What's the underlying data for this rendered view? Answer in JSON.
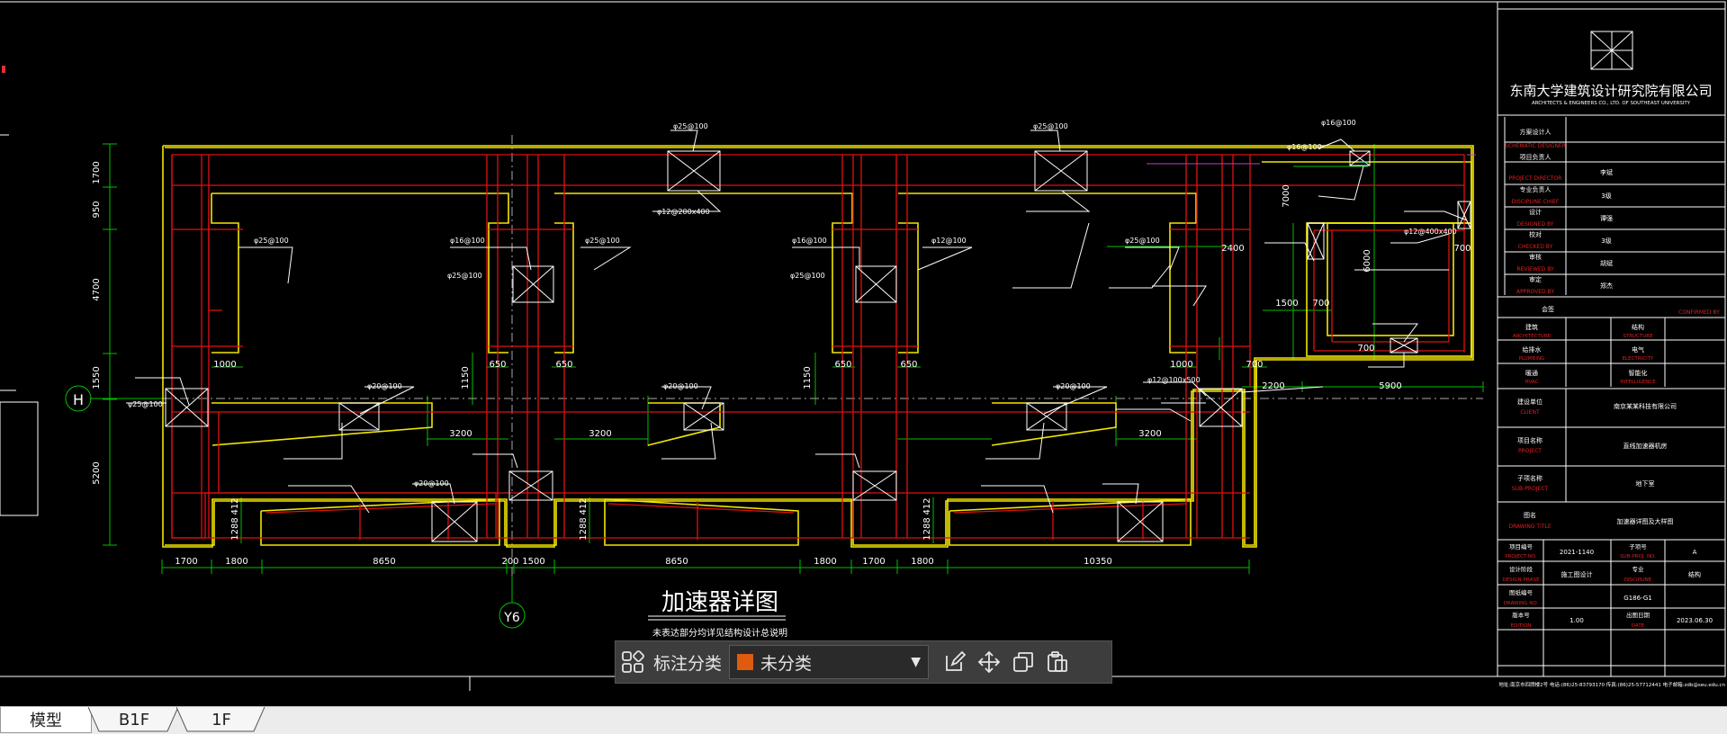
{
  "drawing": {
    "title": "加速器详图",
    "subtitle": "未表达部分均详见结构设计总说明",
    "grid_h": "H",
    "grid_v": "Y6",
    "dims_bottom": [
      "1700",
      "1800",
      "8650",
      "200",
      "1500",
      "8650",
      "1800",
      "1700",
      "1800",
      "10350"
    ],
    "dims_left": [
      "1700",
      "950",
      "4700",
      "1550",
      "5200"
    ],
    "dims_inner": [
      "1000",
      "650",
      "650",
      "650",
      "650",
      "1000",
      "700",
      "2400",
      "1500",
      "700",
      "2200",
      "5900",
      "3200",
      "3200",
      "3200",
      "1150",
      "1150",
      "1288",
      "1288",
      "1288",
      "412",
      "412",
      "412",
      "7000",
      "6000",
      "700",
      "700"
    ],
    "rebar_notes": [
      "φ25@100",
      "φ25@100",
      "φ16@100",
      "φ25@100",
      "φ16@100",
      "φ25@100",
      "φ16@100",
      "φ12@100",
      "φ12@200x400",
      "φ20@100",
      "φ25@100",
      "φ20@100",
      "φ25@100",
      "φ20@100",
      "φ25@100",
      "φ20@100",
      "φ16@100",
      "φ12@100x500",
      "φ25@100",
      "φ12@400x400"
    ]
  },
  "title_block": {
    "company": "东南大学建筑设计研究院有限公司",
    "company_en": "ARCHITECTS & ENGINEERS CO., LTD. OF SOUTHEAST UNIVERSITY",
    "roles": [
      {
        "cn": "方案设计人",
        "en": "SCHEMATIC DESIGNER",
        "name": ""
      },
      {
        "cn": "项目负责人",
        "en": "PROJECT DIRECTOR",
        "name": "李斌"
      },
      {
        "cn": "专业负责人",
        "en": "DISCIPLINE CHIEF",
        "name": "3级"
      },
      {
        "cn": "设计",
        "en": "DESIGNED BY",
        "name": "谭强"
      },
      {
        "cn": "校对",
        "en": "CHECKED BY",
        "name": "3级"
      },
      {
        "cn": "审核",
        "en": "REVIEWED BY",
        "name": "胡斌"
      },
      {
        "cn": "审定",
        "en": "APPROVED BY",
        "name": "郑杰"
      }
    ],
    "cosign_label": "会签",
    "confirmed": "CONFIRMED BY",
    "disciplines": [
      {
        "cn": "建筑",
        "en": "ARCHITECTURE"
      },
      {
        "cn": "结构",
        "en": "STRUCTURE"
      },
      {
        "cn": "给排水",
        "en": "PLUMBING"
      },
      {
        "cn": "电气",
        "en": "ELECTRICITY"
      },
      {
        "cn": "暖通",
        "en": "HVAC"
      },
      {
        "cn": "智能化",
        "en": "INTELLIGENCE"
      }
    ],
    "client": {
      "cn": "建设单位",
      "en": "CLIENT",
      "value": "南京某某科技有限公司"
    },
    "project": {
      "cn": "项目名称",
      "en": "PROJECT",
      "value": "直线加速器机房"
    },
    "sub_project": {
      "cn": "子项名称",
      "en": "SUB-PROJECT",
      "value": "地下室"
    },
    "drawing_title": {
      "cn": "图名",
      "en": "DRAWING TITLE",
      "value": "加速器详图及大样图"
    },
    "project_no": {
      "cn": "项目编号",
      "en": "PROJECT NO.",
      "value": "2021-1140"
    },
    "subproj_no": {
      "cn": "子项号",
      "en": "SUB-PROJ. NO.",
      "value": "A"
    },
    "design_phase": {
      "cn": "设计阶段",
      "en": "DESIGN PHASE",
      "value": "施工图设计"
    },
    "discipline": {
      "cn": "专业",
      "en": "DISCIPLINE",
      "value": "结构"
    },
    "drawing_no": {
      "cn": "图纸编号",
      "en": "DRAWING NO.",
      "value": "G186-G1"
    },
    "edition": {
      "cn": "版本号",
      "en": "EDITION",
      "value": "1.00"
    },
    "date": {
      "cn": "出图日期",
      "en": "DATE",
      "value": "2023.06.30"
    },
    "address_line": "地址:南京市四牌楼2号 电话:(86)25-83793170 传真:(86)25-57712441 电子邮箱:zdb@seu.edu.cn"
  },
  "toolbar": {
    "annotate_label": "标注分类",
    "category_value": "未分类",
    "swatch_color": "#e05a10"
  },
  "tabs": [
    {
      "label": "模型",
      "active": true
    },
    {
      "label": "B1F",
      "active": false
    },
    {
      "label": "1F",
      "active": false
    }
  ]
}
